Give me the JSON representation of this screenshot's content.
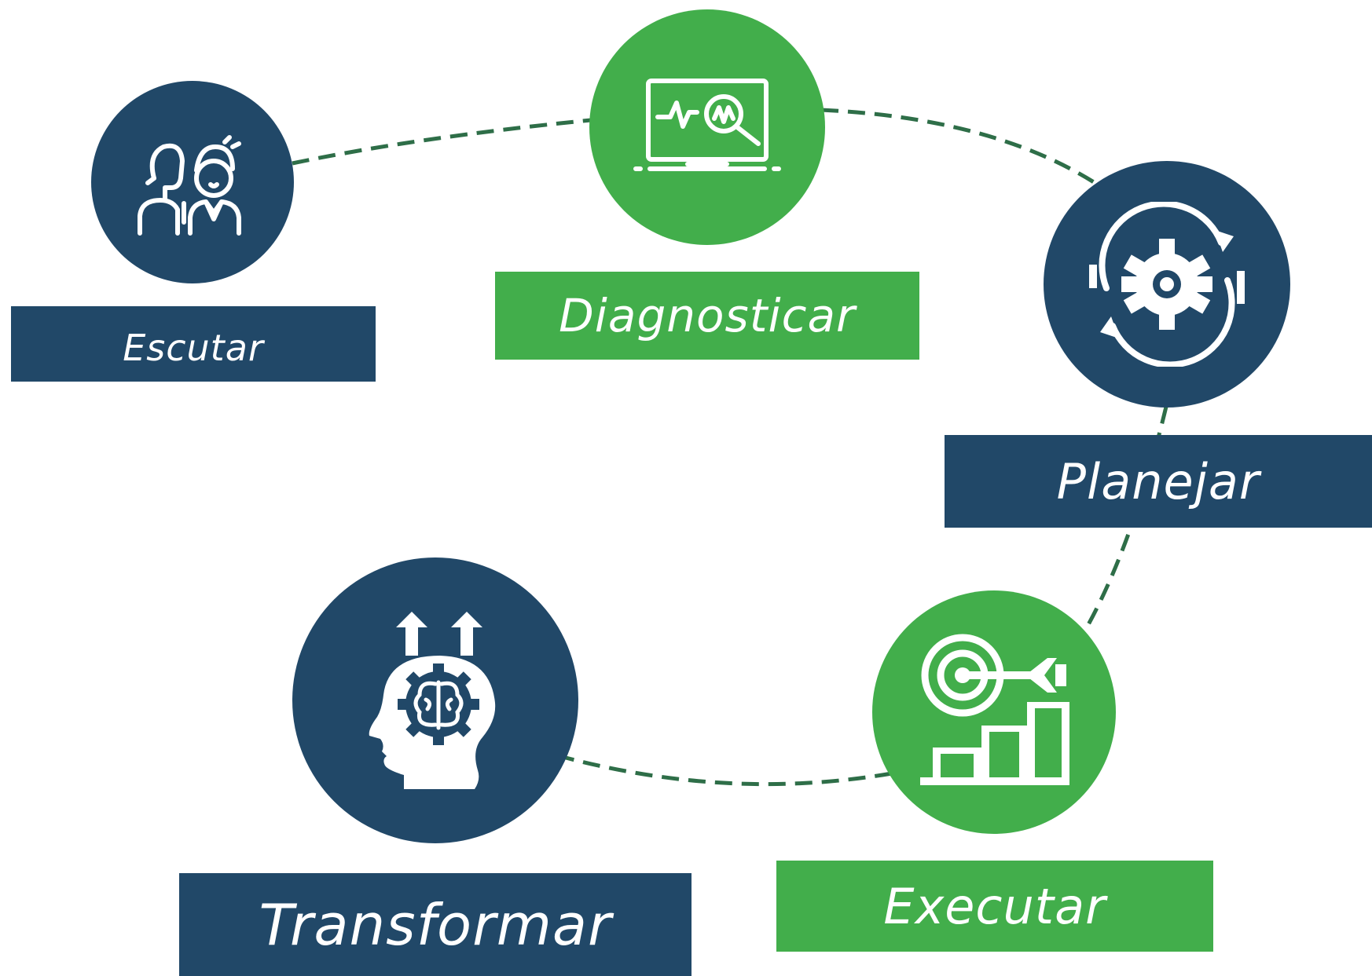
{
  "colors": {
    "navy": "#214868",
    "green": "#42ae4b",
    "connector": "#2e6e48",
    "icon": "#ffffff"
  },
  "steps": [
    {
      "label": "Escutar",
      "icon": "listening-people-icon",
      "color": "navy"
    },
    {
      "label": "Diagnosticar",
      "icon": "laptop-magnifier-analytics-icon",
      "color": "green"
    },
    {
      "label": "Planejar",
      "icon": "gear-cycle-icon",
      "color": "navy"
    },
    {
      "label": "Executar",
      "icon": "target-arrow-chart-icon",
      "color": "green"
    },
    {
      "label": "Transformar",
      "icon": "head-brain-growth-icon",
      "color": "navy"
    }
  ]
}
